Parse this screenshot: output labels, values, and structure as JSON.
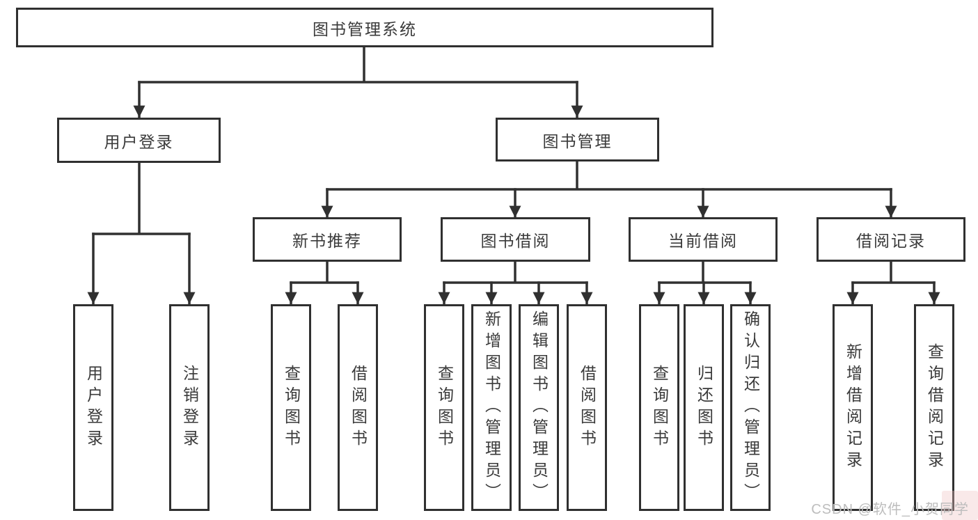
{
  "diagram": {
    "root": {
      "label": "图书管理系统"
    },
    "branches": [
      {
        "label": "用户登录",
        "children": [
          {
            "label": "用户登录"
          },
          {
            "label": "注销登录"
          }
        ]
      },
      {
        "label": "图书管理",
        "children": [
          {
            "label": "新书推荐",
            "children": [
              {
                "label": "查询图书"
              },
              {
                "label": "借阅图书"
              }
            ]
          },
          {
            "label": "图书借阅",
            "children": [
              {
                "label": "查询图书"
              },
              {
                "label": "新增图书（管理员）"
              },
              {
                "label": "编辑图书（管理员）"
              },
              {
                "label": "借阅图书"
              }
            ]
          },
          {
            "label": "当前借阅",
            "children": [
              {
                "label": "查询图书"
              },
              {
                "label": "归还图书"
              },
              {
                "label": "确认归还（管理员）"
              }
            ]
          },
          {
            "label": "借阅记录",
            "children": [
              {
                "label": "新增借阅记录"
              },
              {
                "label": "查询借阅记录"
              }
            ]
          }
        ]
      }
    ]
  },
  "watermark": {
    "text": "CSDN @软件_小贺同学"
  },
  "colors": {
    "line": "#303030",
    "text": "#3a3a3a",
    "box_background": "#ffffff",
    "watermark_text": "#bdbdbd"
  }
}
